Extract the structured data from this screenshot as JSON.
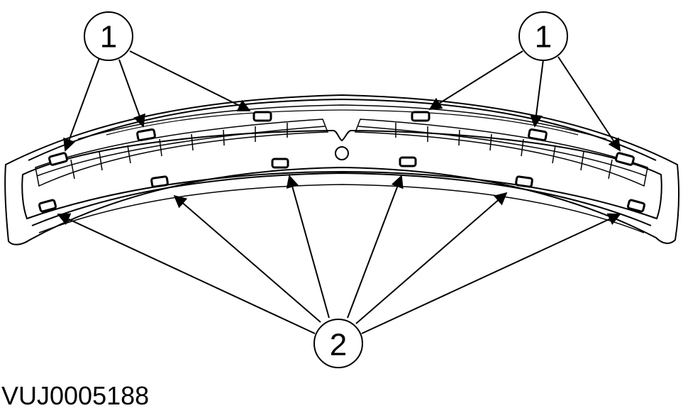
{
  "callouts": {
    "clip_upper": "1",
    "clip_lower": "2"
  },
  "figure_id": "VUJ0005188",
  "colors": {
    "line": "#000000",
    "background": "#ffffff"
  }
}
